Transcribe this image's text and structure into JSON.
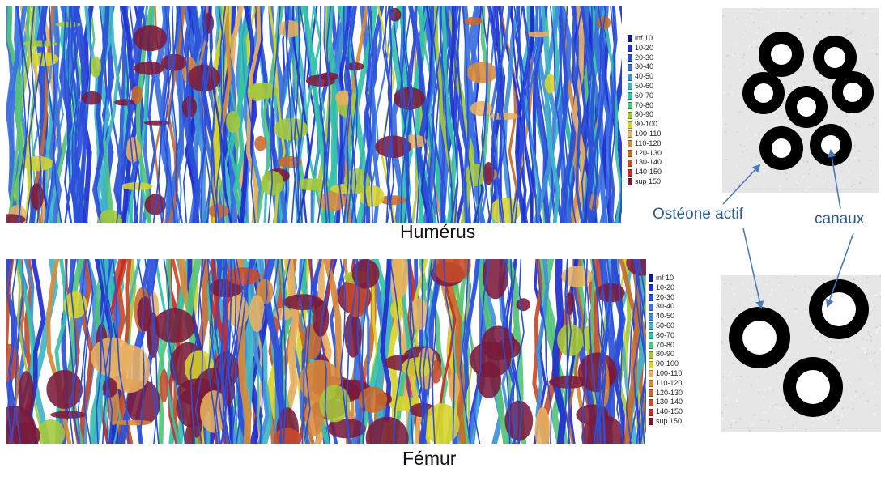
{
  "figure": {
    "top_caption": "Humérus",
    "bottom_caption": "Fémur",
    "annotation_osteon": "Ostéone actif",
    "annotation_canals": "canaux"
  },
  "legend": {
    "items": [
      "inf 10",
      "10-20",
      "20-30",
      "30-40",
      "40-50",
      "50-60",
      "60-70",
      "70-80",
      "80-90",
      "90-100",
      "100-110",
      "110-120",
      "120-130",
      "130-140",
      "140-150",
      "sup 150"
    ],
    "colors": [
      "#0a1e8c",
      "#1f2ed0",
      "#2b4fd8",
      "#3a6fe0",
      "#3f8fd8",
      "#3fb5c8",
      "#33c2a8",
      "#55c47a",
      "#a5c83a",
      "#d8d42a",
      "#e8b060",
      "#d88a3a",
      "#c86a2a",
      "#c84a2a",
      "#c82a2a",
      "#7a1a3a"
    ]
  },
  "colors": {
    "background_gray": "#e6e6e6",
    "osteon_ring": "#000000",
    "canal_fill": "#ffffff",
    "arrow": "#4a7ab8",
    "annotation_text": "#2f5a8a"
  }
}
